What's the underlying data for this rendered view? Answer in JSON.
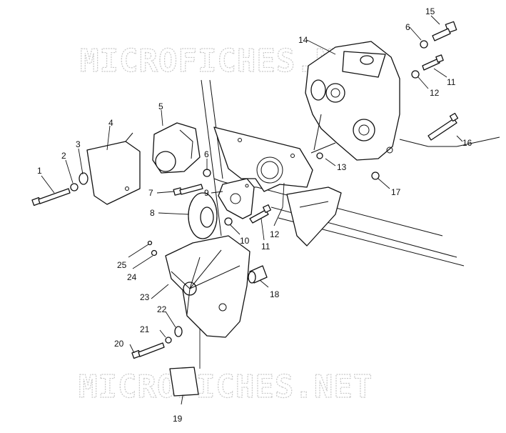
{
  "watermark": {
    "text": "MICROFICHES.NET",
    "color": "#c8c8c8"
  },
  "ink_color": "#111111",
  "labels": {
    "p1": "1",
    "p2": "2",
    "p3": "3",
    "p4": "4",
    "p5": "5",
    "p6a": "6",
    "p6b": "6",
    "p7": "7",
    "p8": "8",
    "p9": "9",
    "p10": "10",
    "p11a": "11",
    "p11b": "11",
    "p12a": "12",
    "p12b": "12",
    "p13": "13",
    "p14": "14",
    "p15": "15",
    "p16": "16",
    "p17": "17",
    "p18": "18",
    "p19": "19",
    "p20": "20",
    "p21": "21",
    "p22": "22",
    "p23": "23",
    "p24": "24",
    "p25": "25"
  }
}
